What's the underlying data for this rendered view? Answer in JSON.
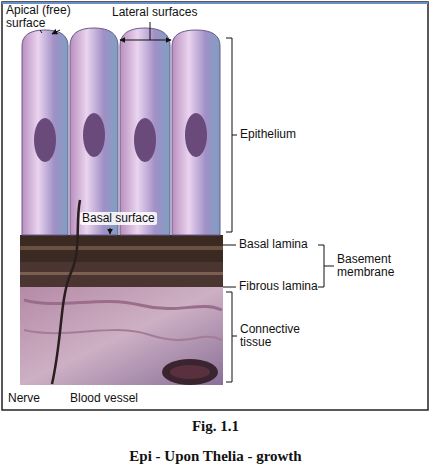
{
  "diagram": {
    "caption": "Fig. 1.1",
    "labels": [
      "Apical (free) surface",
      "Lateral surfaces",
      "Epithelium",
      "Basal surface",
      "Basal lamina",
      "Fibrous lamina",
      "Basement membrane",
      "Connective tissue",
      "Nerve",
      "Blood vessel",
      "Epi - Upon Thelia - growth"
    ]
  }
}
